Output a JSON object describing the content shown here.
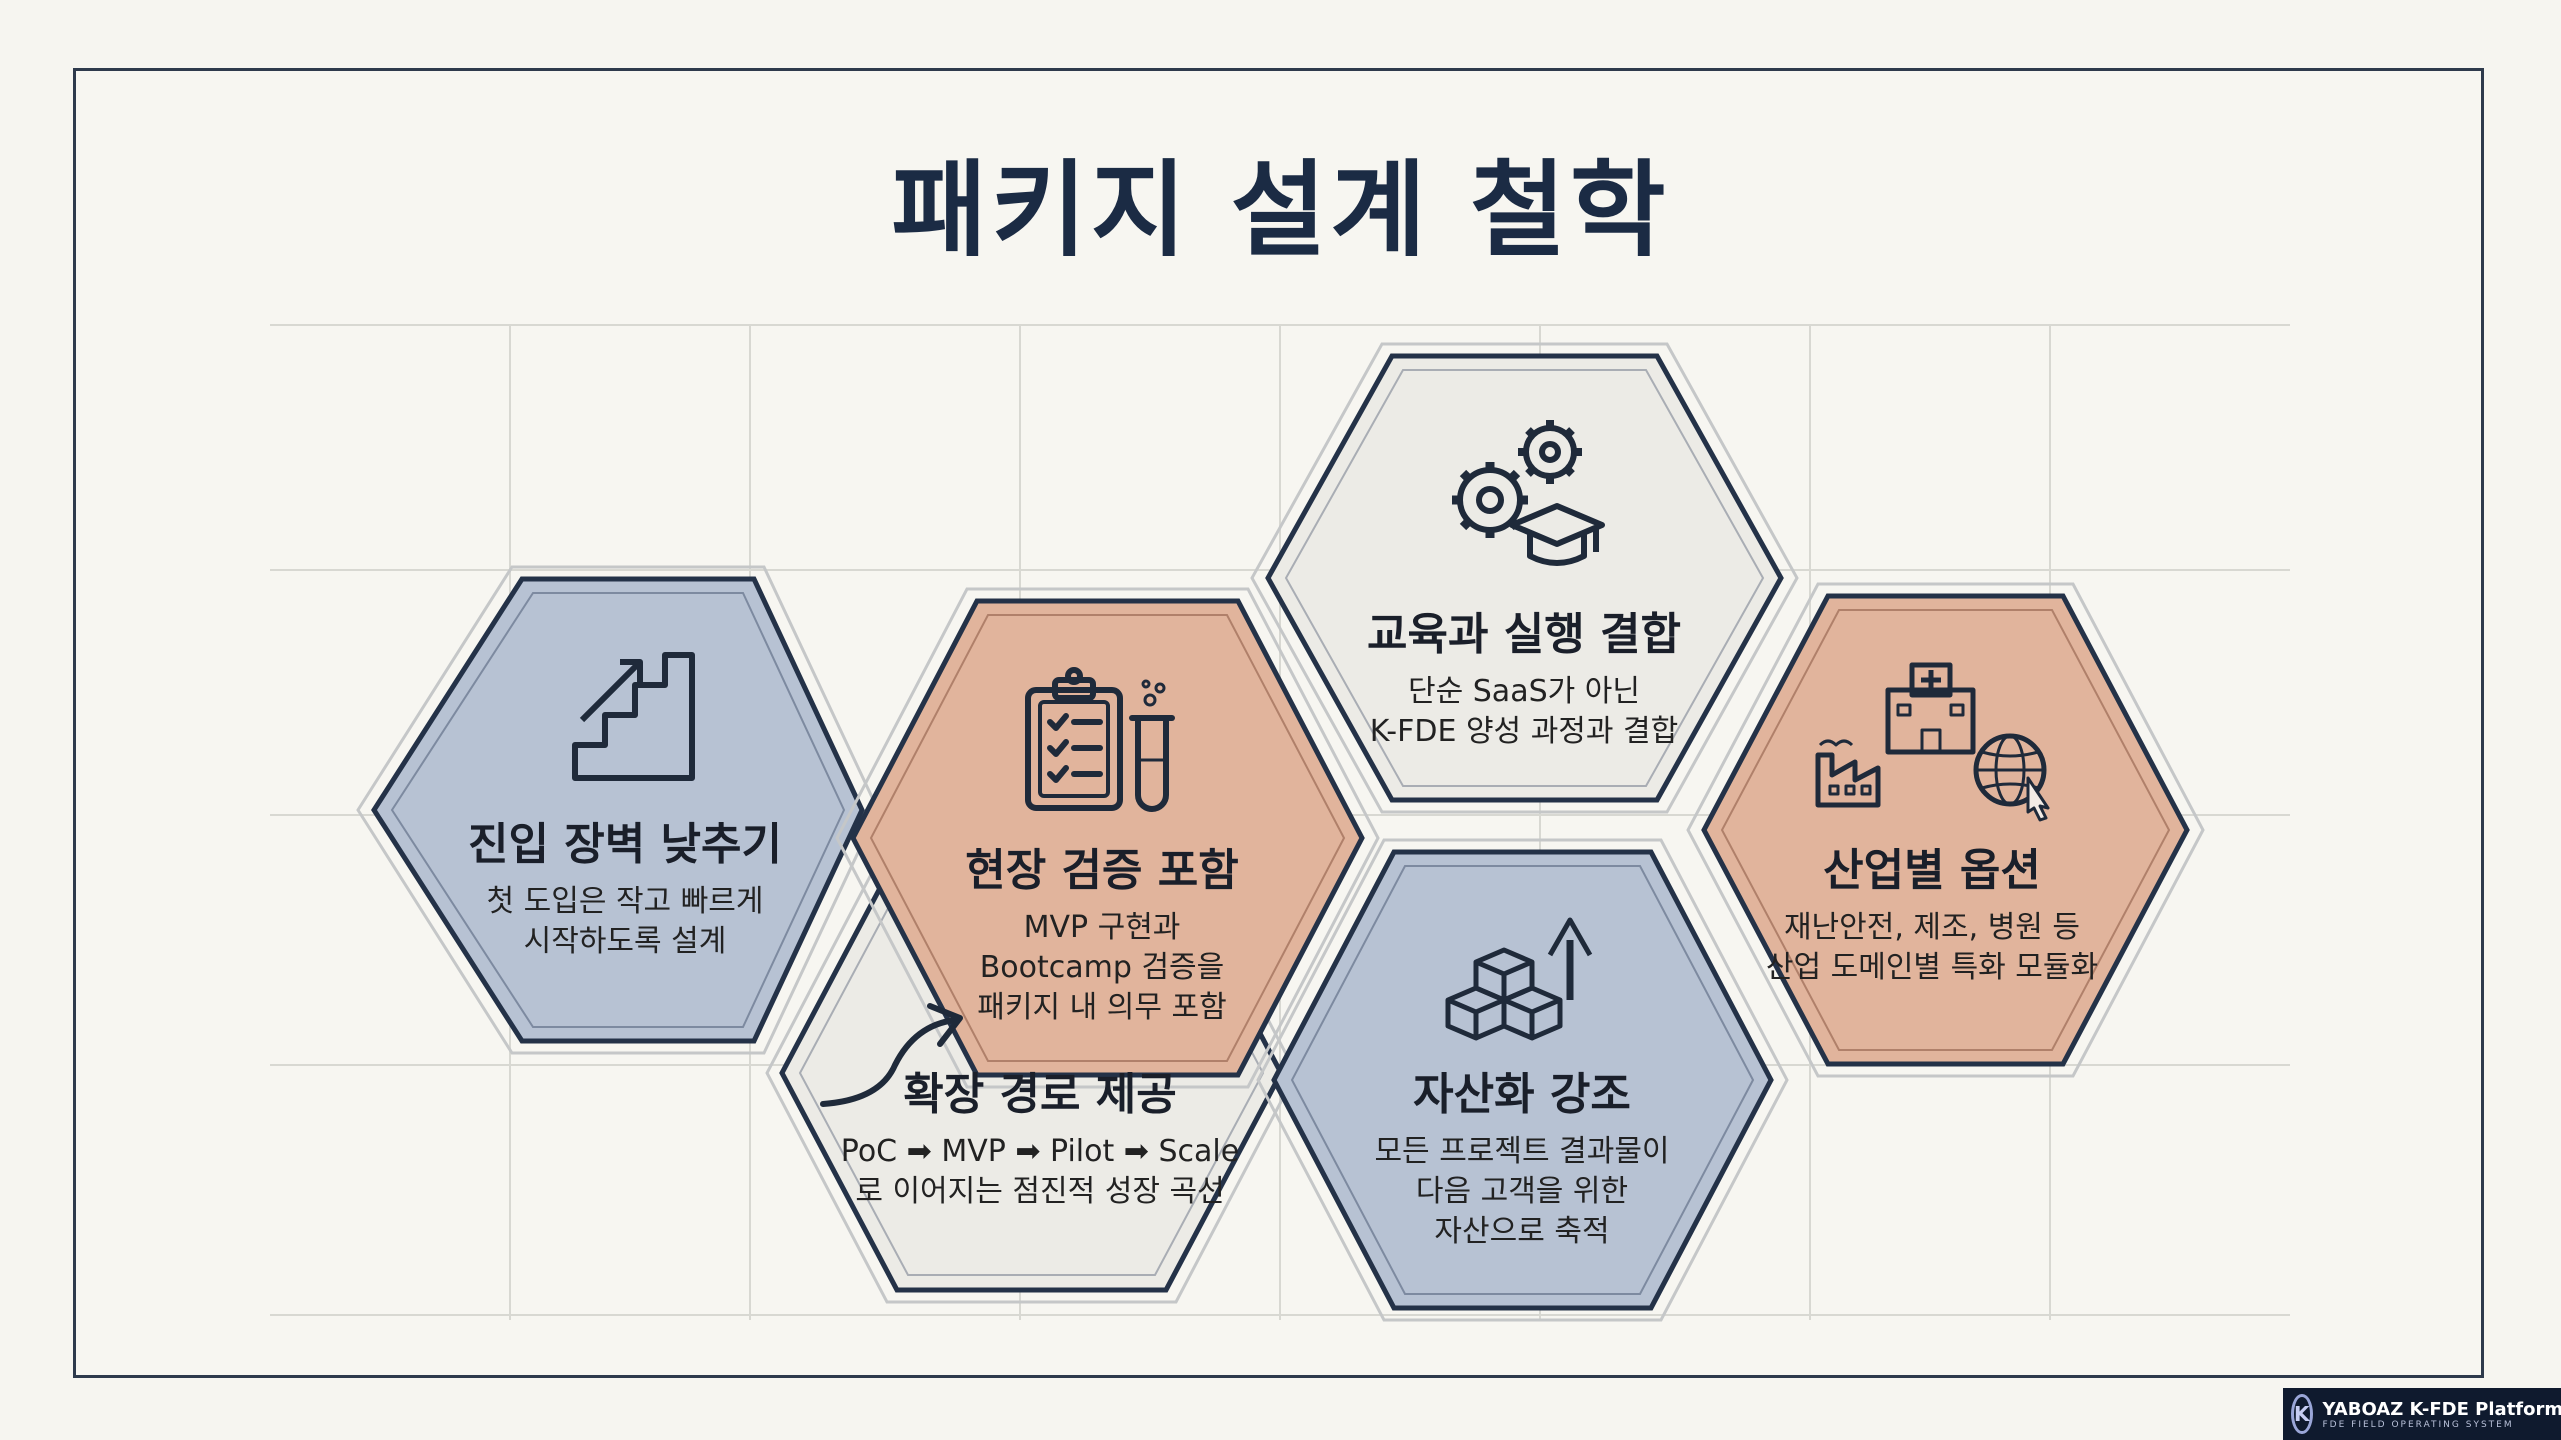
{
  "title": "패키지 설계 철학",
  "hexagons": [
    {
      "id": "entry",
      "title": "진입 장벽 낮추기",
      "desc": [
        "첫 도입은 작고 빠르게",
        "시작하도록 설계"
      ],
      "icon": "stairs-icon"
    },
    {
      "id": "expansion",
      "title": "확장 경로 제공",
      "desc": [
        "PoC ➡ MVP ➡ Pilot ➡ Scale",
        "로 이어지는 점진적 성장 곡선"
      ],
      "icon": "growth-arrow-icon"
    },
    {
      "id": "validation",
      "title": "현장 검증 포함",
      "desc": [
        "MVP 구현과",
        "Bootcamp 검증을",
        "패키지 내 의무 포함"
      ],
      "icon": "clipboard-testtube-icon"
    },
    {
      "id": "education",
      "title": "교육과 실행 결합",
      "desc": [
        "단순 SaaS가 아닌",
        "K-FDE 양성 과정과 결합"
      ],
      "icon": "gears-graduation-icon"
    },
    {
      "id": "asset",
      "title": "자산화 강조",
      "desc": [
        "모든 프로젝트 결과물이",
        "다음 고객을 위한",
        "자산으로 축적"
      ],
      "icon": "blocks-arrow-icon"
    },
    {
      "id": "industry",
      "title": "산업별 옵션",
      "desc": [
        "재난안전, 제조, 병원 등",
        "산업 도메인별 특화 모듈화"
      ],
      "icon": "factory-hospital-globe-icon"
    }
  ],
  "colors": {
    "blue": "#b7c2d3",
    "peach": "#e1b49c",
    "light": "#ecebe6",
    "outline": "#243248"
  },
  "logo": {
    "name": "YABOAZ K-FDE Platform",
    "subtitle": "FDE FIELD OPERATING SYSTEM"
  }
}
